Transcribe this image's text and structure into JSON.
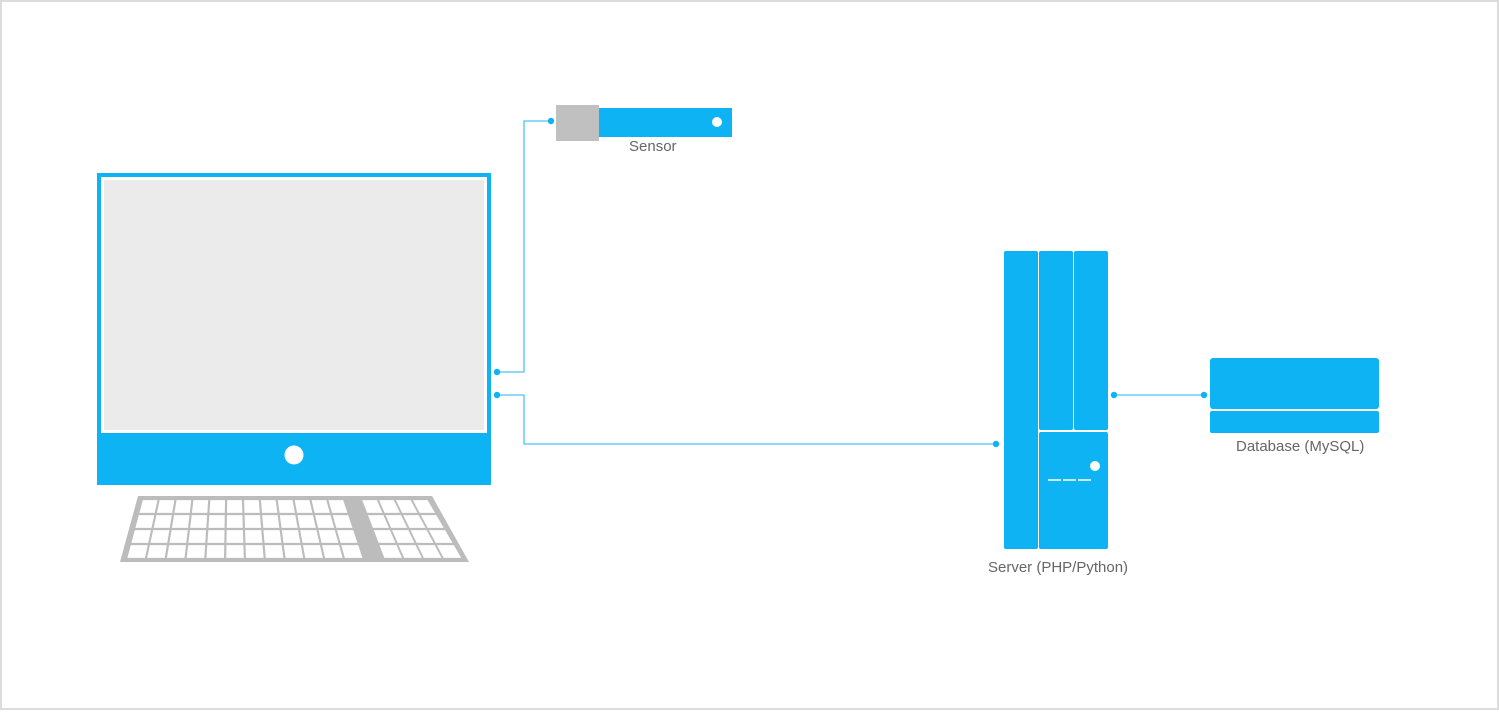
{
  "colors": {
    "accent": "#0db3f3",
    "screen": "#ebebeb",
    "keyboard": "#bcbcbc",
    "connector": "#c0c0c0",
    "line": "#4cc4f5",
    "label": "#666666"
  },
  "nodes": {
    "computer": {
      "icon": "desktop-monitor-icon"
    },
    "keyboard": {
      "icon": "keyboard-icon"
    },
    "sensor": {
      "label": "Sensor",
      "icon": "usb-sensor-icon"
    },
    "server": {
      "label": "Server (PHP/Python)",
      "icon": "server-rack-icon"
    },
    "database": {
      "label": "Database (MySQL)",
      "icon": "database-icon"
    }
  },
  "edges": [
    {
      "from": "computer",
      "to": "sensor"
    },
    {
      "from": "computer",
      "to": "server"
    },
    {
      "from": "server",
      "to": "database"
    }
  ]
}
